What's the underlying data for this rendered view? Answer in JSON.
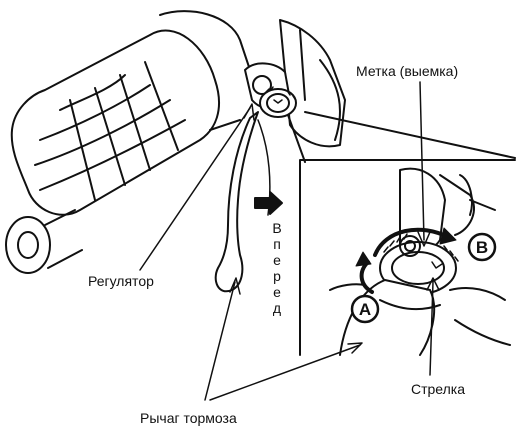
{
  "labels": {
    "mark": "Метка (выемка)",
    "adjuster": "Регулятор",
    "arrow": "Стрелка",
    "brake_lever": "Рычаг тормоза",
    "forward": [
      "В",
      "п",
      "е",
      "р",
      "е",
      "д"
    ]
  },
  "callouts": {
    "a": "A",
    "b": "B"
  }
}
